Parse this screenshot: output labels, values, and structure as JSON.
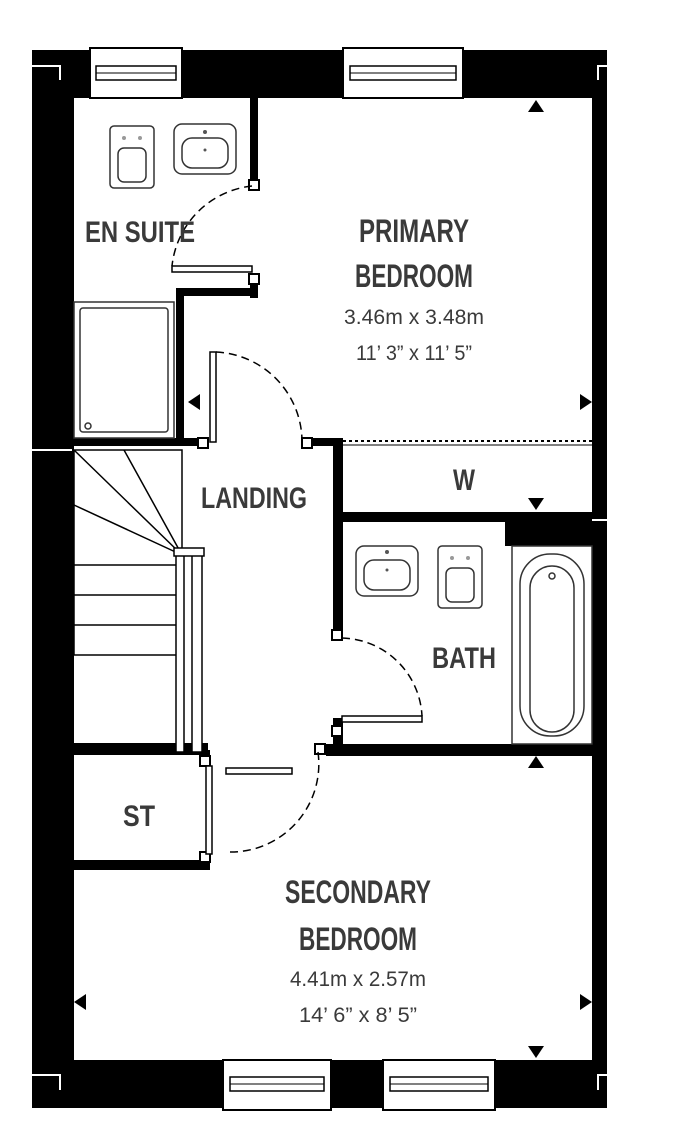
{
  "colors": {
    "wall": "#000000",
    "fixture": "#333333",
    "background": "#ffffff",
    "text": "#3a3a3a"
  },
  "rooms": {
    "en_suite": {
      "name": "EN SUITE"
    },
    "primary_bedroom": {
      "name_line1": "PRIMARY",
      "name_line2": "BEDROOM",
      "metric": "3.46m x 3.48m",
      "imperial": "11’ 3” x 11’ 5”"
    },
    "landing": {
      "name": "LANDING"
    },
    "wardrobe": {
      "name": "W"
    },
    "bath": {
      "name": "BATH"
    },
    "storage": {
      "name": "ST"
    },
    "secondary_bedroom": {
      "name_line1": "SECONDARY",
      "name_line2": "BEDROOM",
      "metric": "4.41m x 2.57m",
      "imperial": "14’ 6” x 8’ 5”"
    }
  }
}
